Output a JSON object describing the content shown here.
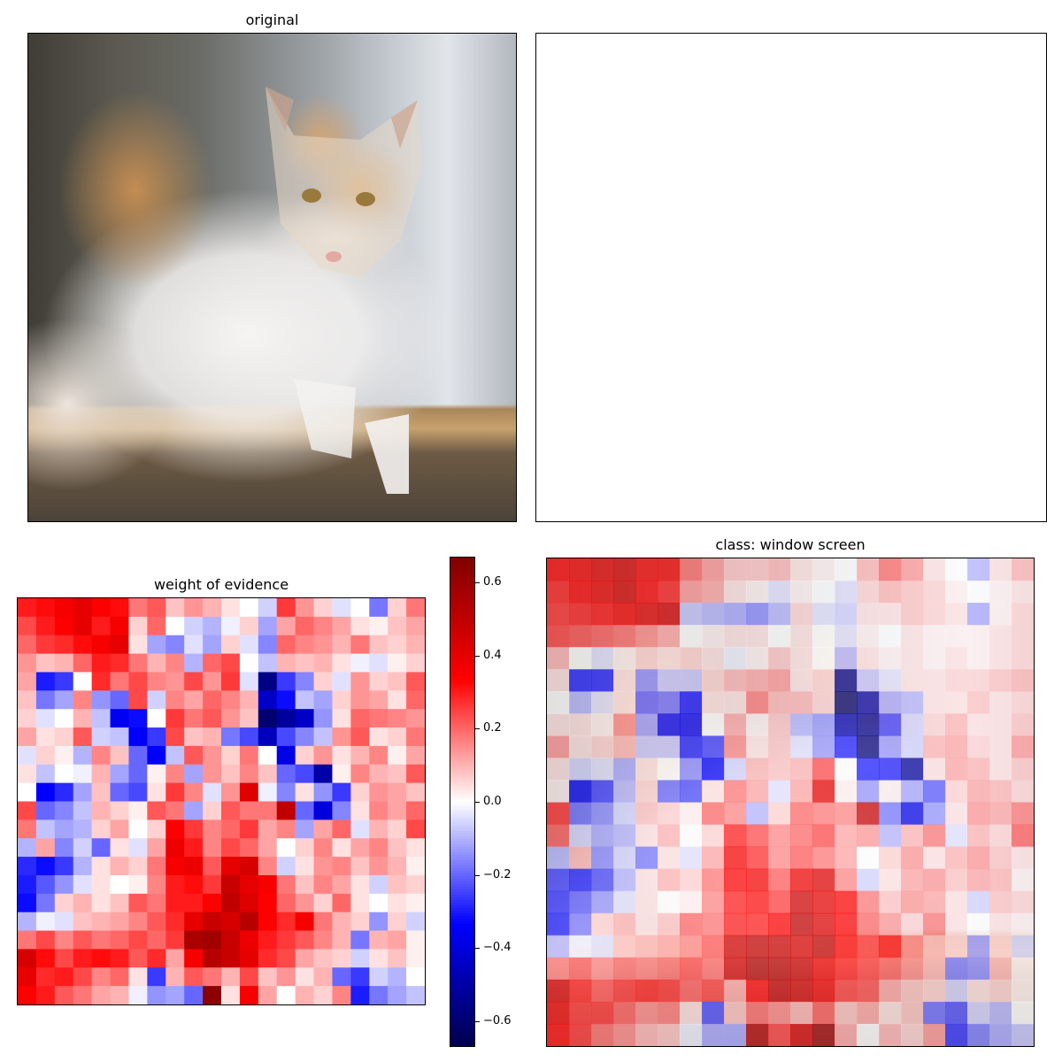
{
  "panels": {
    "original": {
      "title": "original"
    },
    "evidence": {
      "title": "weight of evidence"
    },
    "overlay": {
      "title": "class: window screen"
    }
  },
  "chart_data": [
    {
      "type": "heatmap",
      "title": "weight of evidence",
      "colormap": "seismic",
      "vmin": -0.67,
      "vmax": 0.67,
      "grid": [
        22,
        22
      ],
      "colorbar_ticks": [
        -0.6,
        -0.4,
        -0.2,
        0.0,
        0.2,
        0.4,
        0.6
      ],
      "colorbar_tick_labels": [
        "−0.6",
        "−0.4",
        "−0.2",
        "0.0",
        "0.2",
        "0.4",
        "0.6"
      ],
      "values": [
        [
          0.3,
          0.32,
          0.36,
          0.4,
          0.34,
          0.32,
          0.18,
          0.22,
          0.08,
          0.14,
          0.1,
          0.04,
          0.0,
          -0.06,
          0.26,
          0.14,
          0.06,
          -0.04,
          0.0,
          -0.18,
          0.06,
          0.18
        ],
        [
          0.24,
          0.3,
          0.34,
          0.4,
          0.3,
          0.36,
          0.06,
          0.2,
          0.0,
          -0.06,
          -0.1,
          -0.02,
          0.06,
          -0.12,
          0.12,
          0.2,
          0.16,
          0.12,
          0.04,
          0.02,
          0.08,
          0.12
        ],
        [
          0.2,
          0.26,
          0.28,
          0.32,
          0.36,
          0.4,
          0.04,
          -0.12,
          -0.16,
          -0.04,
          -0.12,
          0.06,
          -0.04,
          -0.16,
          0.2,
          0.16,
          0.14,
          0.1,
          0.18,
          0.08,
          0.06,
          0.1
        ],
        [
          0.14,
          0.08,
          0.1,
          0.2,
          0.3,
          0.28,
          0.18,
          0.1,
          0.16,
          -0.1,
          0.2,
          0.24,
          0.0,
          -0.08,
          0.1,
          0.08,
          0.1,
          0.04,
          -0.02,
          -0.04,
          0.02,
          0.06
        ],
        [
          0.12,
          -0.3,
          -0.26,
          0.0,
          0.28,
          0.18,
          0.24,
          0.16,
          0.14,
          0.24,
          0.14,
          0.26,
          -0.04,
          -0.56,
          -0.26,
          -0.16,
          0.06,
          -0.04,
          0.14,
          0.06,
          0.08,
          0.22
        ],
        [
          0.08,
          -0.18,
          -0.12,
          0.16,
          -0.14,
          -0.2,
          0.24,
          -0.06,
          0.16,
          0.12,
          0.2,
          0.16,
          0.1,
          -0.44,
          -0.32,
          -0.08,
          -0.12,
          0.06,
          0.14,
          0.12,
          0.04,
          0.2
        ],
        [
          0.06,
          -0.04,
          0.0,
          0.1,
          -0.08,
          -0.36,
          -0.32,
          0.0,
          0.26,
          0.18,
          0.22,
          0.14,
          0.08,
          -0.6,
          -0.52,
          -0.44,
          -0.14,
          0.04,
          0.2,
          0.18,
          0.16,
          0.14
        ],
        [
          0.12,
          0.04,
          0.06,
          0.22,
          -0.06,
          -0.08,
          -0.34,
          -0.26,
          0.24,
          0.08,
          0.1,
          -0.18,
          -0.24,
          -0.46,
          -0.24,
          -0.16,
          -0.08,
          0.14,
          0.22,
          0.04,
          0.06,
          0.18
        ],
        [
          -0.04,
          0.06,
          0.02,
          -0.1,
          0.16,
          0.08,
          -0.2,
          -0.34,
          -0.08,
          0.22,
          0.14,
          0.06,
          0.18,
          0.0,
          -0.38,
          0.06,
          0.14,
          0.04,
          0.1,
          0.16,
          0.02,
          0.12
        ],
        [
          0.04,
          -0.08,
          0.0,
          -0.02,
          0.1,
          -0.12,
          -0.2,
          0.02,
          0.16,
          -0.12,
          0.14,
          0.08,
          0.16,
          0.08,
          -0.2,
          -0.24,
          -0.5,
          0.02,
          0.16,
          0.1,
          0.08,
          0.22
        ],
        [
          0.0,
          -0.34,
          -0.28,
          -0.12,
          0.08,
          -0.2,
          -0.24,
          0.04,
          0.26,
          0.16,
          -0.04,
          0.14,
          0.42,
          -0.02,
          -0.16,
          0.04,
          -0.14,
          -0.26,
          0.06,
          0.14,
          0.12,
          0.08
        ],
        [
          0.24,
          -0.2,
          -0.16,
          -0.08,
          0.1,
          0.06,
          0.02,
          0.22,
          0.18,
          -0.12,
          0.06,
          0.22,
          0.18,
          0.18,
          0.5,
          -0.2,
          -0.4,
          -0.16,
          0.04,
          0.16,
          0.12,
          0.2
        ],
        [
          0.18,
          -0.08,
          -0.12,
          -0.1,
          0.06,
          0.12,
          0.0,
          0.06,
          0.34,
          0.26,
          0.16,
          0.2,
          0.26,
          0.12,
          0.16,
          -0.12,
          0.12,
          0.2,
          -0.04,
          0.1,
          0.06,
          0.24
        ],
        [
          -0.1,
          0.12,
          -0.16,
          -0.06,
          -0.2,
          0.04,
          -0.04,
          0.12,
          0.38,
          0.3,
          0.16,
          0.24,
          0.2,
          0.12,
          0.0,
          0.06,
          0.16,
          0.04,
          0.12,
          0.16,
          0.08,
          0.04
        ],
        [
          -0.28,
          -0.32,
          -0.26,
          -0.1,
          0.04,
          0.1,
          0.06,
          0.18,
          0.36,
          0.38,
          0.22,
          0.4,
          0.44,
          0.16,
          -0.06,
          0.04,
          0.14,
          0.16,
          0.08,
          0.14,
          0.1,
          0.02
        ],
        [
          -0.3,
          -0.22,
          -0.14,
          -0.04,
          0.04,
          0.0,
          0.02,
          0.16,
          0.3,
          0.32,
          0.26,
          0.48,
          0.4,
          0.36,
          0.18,
          0.08,
          0.16,
          0.12,
          0.04,
          -0.06,
          0.08,
          0.06
        ],
        [
          -0.32,
          -0.18,
          0.06,
          0.1,
          0.04,
          0.08,
          0.22,
          0.18,
          0.3,
          0.3,
          0.34,
          0.5,
          0.42,
          0.34,
          0.2,
          0.14,
          0.06,
          0.2,
          0.04,
          0.0,
          0.04,
          0.02
        ],
        [
          -0.1,
          -0.02,
          -0.04,
          0.08,
          0.1,
          0.12,
          0.16,
          0.22,
          0.28,
          0.4,
          0.48,
          0.44,
          0.52,
          0.34,
          0.28,
          0.36,
          0.18,
          0.1,
          0.06,
          -0.14,
          0.06,
          -0.06
        ],
        [
          0.18,
          0.24,
          0.16,
          0.22,
          0.18,
          0.2,
          0.24,
          0.2,
          0.26,
          0.56,
          0.58,
          0.48,
          0.38,
          0.3,
          0.26,
          0.22,
          0.16,
          0.1,
          -0.18,
          0.1,
          0.12,
          0.02
        ],
        [
          0.44,
          0.32,
          0.24,
          0.3,
          0.32,
          0.3,
          0.22,
          0.28,
          0.12,
          0.36,
          0.52,
          0.48,
          0.4,
          0.28,
          0.24,
          0.12,
          0.08,
          0.06,
          -0.06,
          0.04,
          0.08,
          0.02
        ],
        [
          0.4,
          0.28,
          0.3,
          0.24,
          0.16,
          0.2,
          0.04,
          -0.26,
          0.1,
          0.22,
          0.18,
          0.1,
          0.24,
          0.08,
          0.14,
          0.04,
          0.1,
          -0.2,
          -0.26,
          -0.06,
          -0.1,
          0.0
        ],
        [
          0.34,
          0.3,
          0.22,
          0.18,
          0.12,
          0.1,
          -0.02,
          -0.14,
          -0.12,
          -0.2,
          0.64,
          0.04,
          0.36,
          0.12,
          0.0,
          0.1,
          0.06,
          0.16,
          -0.3,
          -0.18,
          -0.12,
          -0.08
        ]
      ]
    },
    {
      "type": "heatmap",
      "title": "class: window screen",
      "colormap": "seismic",
      "overlay_on": "original",
      "grid": [
        22,
        22
      ],
      "values": [
        [
          0.34,
          0.36,
          0.4,
          0.44,
          0.36,
          0.36,
          0.2,
          0.14,
          0.08,
          0.08,
          0.1,
          0.04,
          0.02,
          0.0,
          0.1,
          0.2,
          0.14,
          0.04,
          0.0,
          -0.1,
          0.04,
          0.1
        ],
        [
          0.3,
          0.34,
          0.38,
          0.44,
          0.34,
          0.3,
          0.14,
          0.12,
          0.04,
          0.02,
          -0.04,
          0.02,
          0.0,
          -0.04,
          0.06,
          0.1,
          0.08,
          0.06,
          0.02,
          0.0,
          0.02,
          0.04
        ],
        [
          0.28,
          0.3,
          0.32,
          0.36,
          0.4,
          0.44,
          -0.08,
          -0.1,
          -0.12,
          -0.16,
          -0.1,
          0.06,
          -0.04,
          -0.06,
          0.04,
          0.04,
          0.08,
          0.06,
          0.04,
          -0.12,
          0.02,
          0.06
        ],
        [
          0.26,
          0.24,
          0.22,
          0.2,
          0.16,
          0.12,
          0.0,
          0.02,
          0.04,
          0.04,
          0.0,
          0.04,
          0.0,
          -0.04,
          0.02,
          0.0,
          0.04,
          0.02,
          0.02,
          0.02,
          0.04,
          0.06
        ],
        [
          0.1,
          0.0,
          -0.04,
          0.02,
          0.06,
          0.04,
          0.06,
          0.04,
          -0.02,
          0.02,
          0.08,
          0.04,
          0.0,
          -0.1,
          0.04,
          0.02,
          0.04,
          0.02,
          0.04,
          0.02,
          0.04,
          0.06
        ],
        [
          0.04,
          -0.3,
          -0.3,
          0.04,
          -0.16,
          -0.08,
          -0.08,
          0.06,
          0.1,
          0.12,
          0.14,
          0.04,
          0.06,
          -0.56,
          -0.08,
          -0.04,
          0.04,
          0.04,
          0.06,
          0.06,
          0.08,
          0.1
        ],
        [
          0.0,
          -0.1,
          -0.04,
          0.04,
          -0.22,
          -0.2,
          -0.32,
          0.04,
          0.04,
          0.18,
          0.1,
          0.1,
          0.06,
          -0.62,
          -0.5,
          -0.12,
          -0.1,
          0.04,
          0.04,
          0.08,
          0.04,
          0.06
        ],
        [
          0.04,
          0.04,
          0.02,
          0.16,
          -0.14,
          -0.36,
          -0.36,
          0.0,
          0.12,
          0.02,
          0.08,
          -0.1,
          -0.14,
          -0.48,
          -0.54,
          -0.26,
          -0.06,
          0.06,
          0.1,
          0.04,
          0.04,
          0.08
        ],
        [
          0.14,
          0.04,
          0.06,
          0.1,
          -0.08,
          -0.08,
          -0.3,
          -0.26,
          0.16,
          0.04,
          0.08,
          -0.04,
          -0.14,
          -0.3,
          -0.58,
          -0.14,
          -0.06,
          0.1,
          0.12,
          0.06,
          0.04,
          0.14
        ],
        [
          0.04,
          -0.06,
          -0.04,
          -0.12,
          0.04,
          0.0,
          -0.16,
          -0.34,
          -0.06,
          0.1,
          0.08,
          0.1,
          0.24,
          0.0,
          -0.3,
          -0.3,
          -0.52,
          0.04,
          0.12,
          0.1,
          0.04,
          0.08
        ],
        [
          0.02,
          -0.36,
          -0.26,
          -0.1,
          0.06,
          -0.2,
          -0.24,
          0.04,
          0.18,
          0.12,
          -0.04,
          0.12,
          0.4,
          0.02,
          -0.14,
          0.02,
          -0.12,
          -0.22,
          0.06,
          0.12,
          0.1,
          0.06
        ],
        [
          0.28,
          -0.2,
          -0.16,
          -0.06,
          0.08,
          0.06,
          0.02,
          0.2,
          0.16,
          -0.1,
          0.06,
          0.2,
          0.18,
          0.16,
          0.48,
          -0.18,
          -0.38,
          -0.14,
          0.04,
          0.14,
          0.12,
          0.18
        ],
        [
          0.22,
          -0.06,
          -0.12,
          -0.1,
          0.04,
          0.1,
          0.0,
          0.06,
          0.3,
          0.24,
          0.16,
          0.2,
          0.24,
          0.12,
          0.14,
          -0.1,
          0.1,
          0.18,
          -0.04,
          0.1,
          0.06,
          0.22
        ],
        [
          -0.1,
          0.1,
          -0.16,
          -0.06,
          -0.18,
          0.04,
          -0.04,
          0.12,
          0.36,
          0.28,
          0.16,
          0.22,
          0.18,
          0.12,
          0.0,
          0.06,
          0.14,
          0.04,
          0.1,
          0.14,
          0.08,
          0.04
        ],
        [
          -0.26,
          -0.3,
          -0.24,
          -0.1,
          0.04,
          0.1,
          0.06,
          0.18,
          0.34,
          0.36,
          0.22,
          0.38,
          0.42,
          0.16,
          -0.06,
          0.04,
          0.12,
          0.14,
          0.08,
          0.12,
          0.1,
          0.02
        ],
        [
          -0.28,
          -0.22,
          -0.14,
          -0.04,
          0.04,
          0.0,
          0.02,
          0.16,
          0.3,
          0.32,
          0.26,
          0.46,
          0.4,
          0.34,
          0.18,
          0.08,
          0.14,
          0.12,
          0.04,
          -0.06,
          0.08,
          0.06
        ],
        [
          -0.3,
          -0.18,
          0.06,
          0.1,
          0.04,
          0.08,
          0.2,
          0.18,
          0.3,
          0.3,
          0.34,
          0.5,
          0.42,
          0.34,
          0.2,
          0.14,
          0.06,
          0.18,
          0.04,
          0.0,
          0.04,
          0.02
        ],
        [
          -0.1,
          -0.02,
          -0.04,
          0.08,
          0.1,
          0.12,
          0.16,
          0.22,
          0.46,
          0.5,
          0.48,
          0.44,
          0.5,
          0.34,
          0.28,
          0.34,
          0.18,
          0.1,
          0.06,
          -0.14,
          0.06,
          -0.06
        ],
        [
          0.18,
          0.22,
          0.16,
          0.2,
          0.18,
          0.2,
          0.24,
          0.2,
          0.46,
          0.54,
          0.52,
          0.48,
          0.38,
          0.3,
          0.26,
          0.22,
          0.16,
          0.1,
          -0.18,
          -0.16,
          0.1,
          0.02
        ],
        [
          0.44,
          0.3,
          0.24,
          0.28,
          0.3,
          0.28,
          0.22,
          0.26,
          0.12,
          0.34,
          0.5,
          0.46,
          0.38,
          0.26,
          0.24,
          0.12,
          0.08,
          0.06,
          -0.06,
          0.04,
          0.06,
          0.02
        ],
        [
          0.38,
          0.28,
          0.28,
          0.22,
          0.16,
          0.18,
          0.04,
          -0.24,
          0.08,
          0.2,
          0.16,
          0.1,
          0.22,
          0.08,
          0.12,
          0.04,
          0.08,
          -0.2,
          -0.24,
          -0.06,
          -0.1,
          0.0
        ],
        [
          0.34,
          0.28,
          0.2,
          0.16,
          0.1,
          0.08,
          -0.02,
          -0.12,
          -0.12,
          0.54,
          0.26,
          0.44,
          0.6,
          0.12,
          0.0,
          0.1,
          0.06,
          0.14,
          -0.28,
          -0.18,
          -0.12,
          -0.08
        ]
      ]
    }
  ]
}
